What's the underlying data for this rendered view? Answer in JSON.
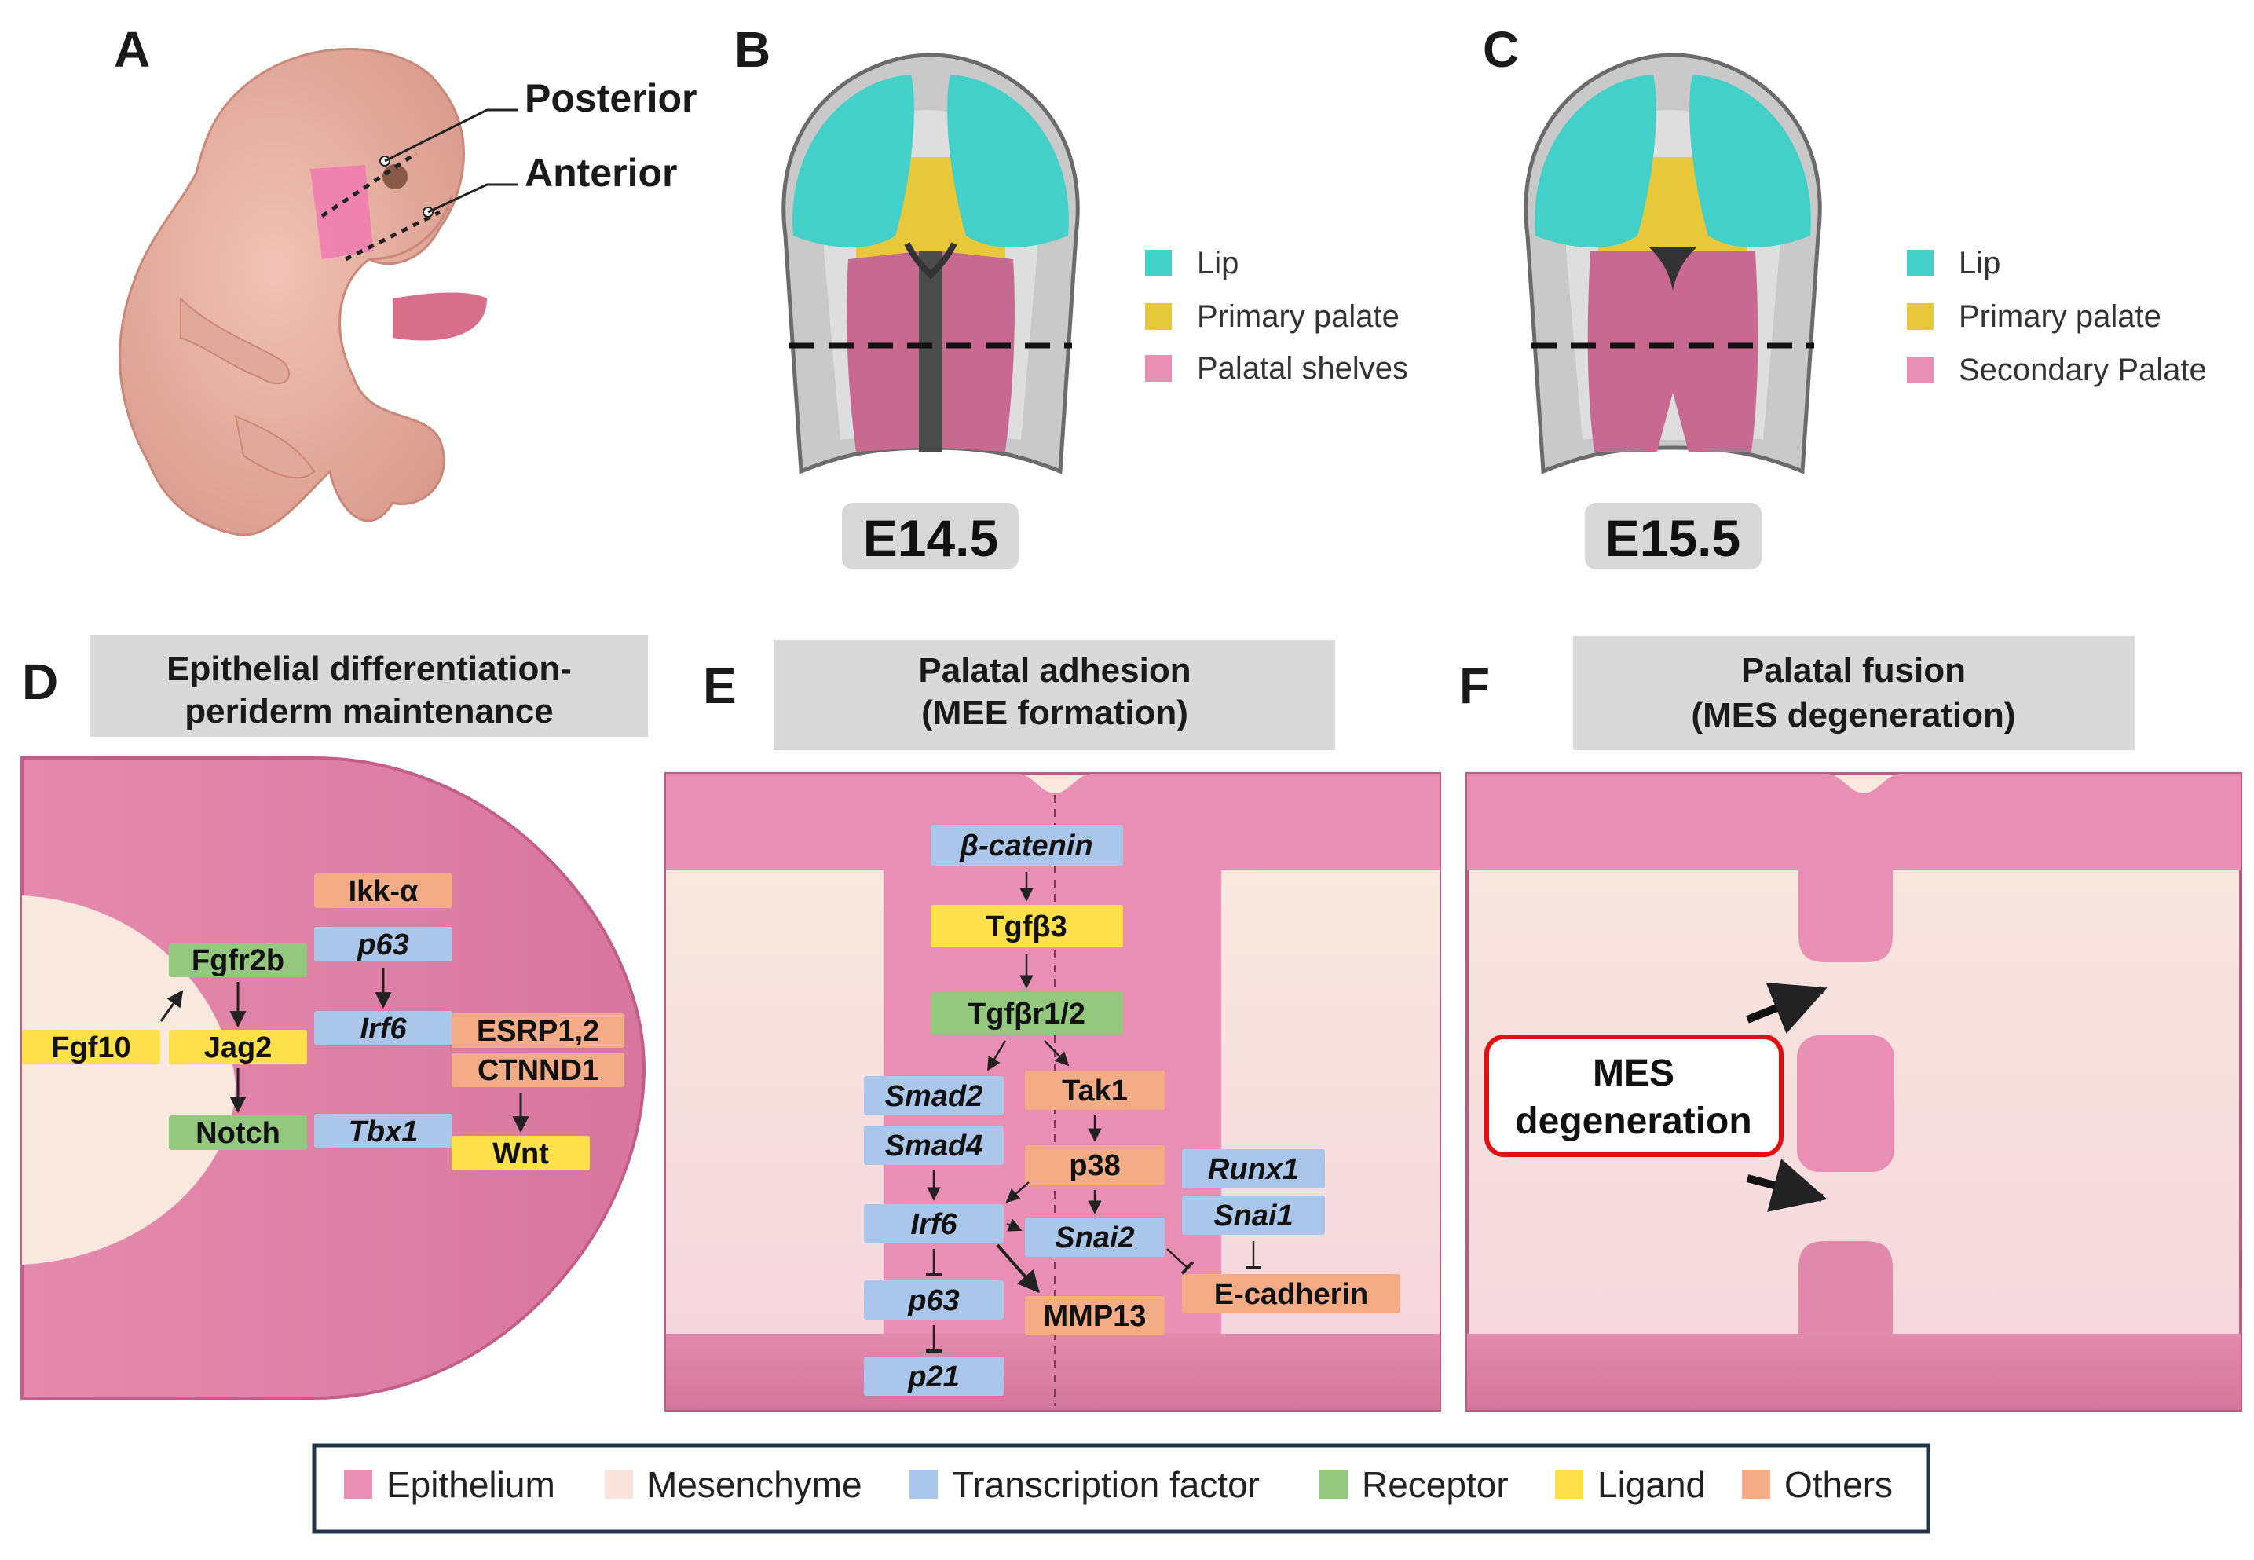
{
  "panels": {
    "A": {
      "label": "A",
      "posterior": "Posterior",
      "anterior": "Anterior"
    },
    "B": {
      "label": "B",
      "stage": "E14.5",
      "legend": [
        "Lip",
        "Primary palate",
        "Palatal shelves"
      ]
    },
    "C": {
      "label": "C",
      "stage": "E15.5",
      "legend": [
        "Lip",
        "Primary palate",
        "Secondary Palate"
      ]
    },
    "D": {
      "label": "D",
      "title_line1": "Epithelial differentiation-",
      "title_line2": "periderm maintenance",
      "nodes": {
        "ikka": "Ikk-α",
        "p63": "p63",
        "irf6": "Irf6",
        "tbx1": "Tbx1",
        "fgfr2b": "Fgfr2b",
        "jag2": "Jag2",
        "notch": "Notch",
        "fgf10": "Fgf10",
        "esrp": "ESRP1,2",
        "ctnnd1": "CTNND1",
        "wnt": "Wnt"
      }
    },
    "E": {
      "label": "E",
      "title_line1": "Palatal adhesion",
      "title_line2": "(MEE formation)",
      "nodes": {
        "bcat": "β-catenin",
        "tgfb3": "Tgfβ3",
        "tgfbr": "Tgfβr1/2",
        "smad2": "Smad2",
        "smad4": "Smad4",
        "tak1": "Tak1",
        "p38": "p38",
        "irf6": "Irf6",
        "snai2": "Snai2",
        "runx1": "Runx1",
        "snai1": "Snai1",
        "ecad": "E-cadherin",
        "p63": "p63",
        "mmp13": "MMP13",
        "p21": "p21"
      }
    },
    "F": {
      "label": "F",
      "title_line1": "Palatal fusion",
      "title_line2": "(MES degeneration)",
      "mes_line1": "MES",
      "mes_line2": "degeneration"
    }
  },
  "legend": [
    {
      "label": "Epithelium",
      "color": "#e98fb3"
    },
    {
      "label": "Mesenchyme",
      "color": "#f8e4dc"
    },
    {
      "label": "Transcription factor",
      "color": "#aac6ea"
    },
    {
      "label": "Receptor",
      "color": "#93c87e"
    },
    {
      "label": "Ligand",
      "color": "#fde04a"
    },
    {
      "label": "Others",
      "color": "#f3ac86"
    }
  ],
  "colors": {
    "lip": "#42d0c8",
    "primary_palate": "#e6c83a",
    "palatal_shelves": "#c86990",
    "epithelium": "#e98fb3",
    "mesenchyme": "#f8e4dc",
    "transcription_factor": "#aac6ea",
    "receptor": "#93c87e",
    "ligand": "#fde04a",
    "others": "#f3ac86"
  }
}
